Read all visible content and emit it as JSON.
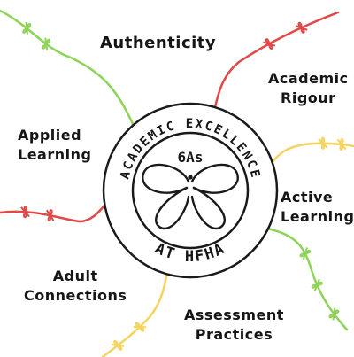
{
  "hub": {
    "arc_top": "ACADEMIC EXCELLENCE",
    "arc_bottom": "AT HFHA",
    "center": "6As"
  },
  "branches": [
    {
      "line1": "Authenticity",
      "line2": "",
      "color": "#8ed35a"
    },
    {
      "line1": "Academic",
      "line2": "Rigour",
      "color": "#e14848"
    },
    {
      "line1": "Active",
      "line2": "Learning",
      "color": "#f4d35e"
    },
    {
      "line1": "Assessment",
      "line2": "Practices",
      "color": "#8ed35a"
    },
    {
      "line1": "Adult",
      "line2": "Connections",
      "color": "#f4d35e"
    },
    {
      "line1": "Applied",
      "line2": "Learning",
      "color": "#e14848"
    }
  ],
  "icons": {
    "vine_leaf": "bow-knot-leaf",
    "centerpiece": "butterfly-loop"
  }
}
